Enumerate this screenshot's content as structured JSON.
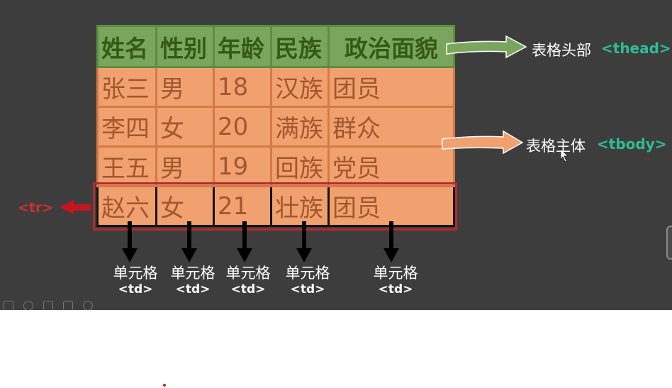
{
  "table": {
    "headers": [
      "姓名",
      "性别",
      "年龄",
      "民族",
      "政治面貌"
    ],
    "rows": [
      [
        "张三",
        "男",
        "18",
        "汉族",
        "团员"
      ],
      [
        "李四",
        "女",
        "20",
        "满族",
        "群众"
      ],
      [
        "王五",
        "男",
        "19",
        "回族",
        "党员"
      ],
      [
        "赵六",
        "女",
        "21",
        "壮族",
        "团员"
      ]
    ]
  },
  "annotations": {
    "thead_label": "表格头部",
    "thead_tag": "<thead>",
    "tbody_label": "表格主体",
    "tbody_tag": "<tbody>",
    "tr_tag": "<tr>",
    "td_label": "单元格",
    "td_tag": "<td>"
  },
  "colors": {
    "background": "#3d3d3d",
    "header_fill": "#79a65c",
    "body_fill": "#f1a06f",
    "highlight_border": "#141414",
    "tr_frame": "#b52a2f",
    "tag_green": "#2dbd97",
    "tag_red": "#cf2f2f"
  },
  "icons": [
    "slide-sorter-icon",
    "zoom-icon",
    "notes-icon",
    "pen-icon",
    "more-icon"
  ]
}
